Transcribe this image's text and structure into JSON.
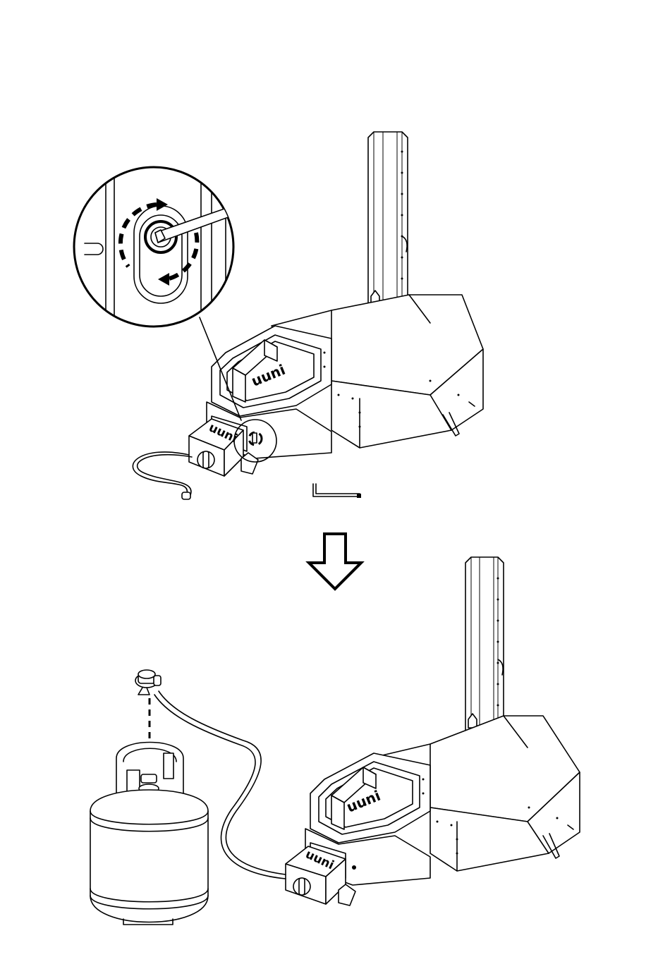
{
  "brand": {
    "logo_text": "uuni"
  },
  "steps": [
    {
      "name": "step-1-remove-protective-plate"
    },
    {
      "name": "step-2-connect-gas-tank"
    }
  ],
  "icons": {
    "arrow": "down-arrow-icon",
    "rotate": "rotate-icon",
    "hex_key": "hex-key-icon",
    "tank": "gas-tank-icon"
  },
  "colors": {
    "line": "#000000",
    "background": "#ffffff"
  }
}
